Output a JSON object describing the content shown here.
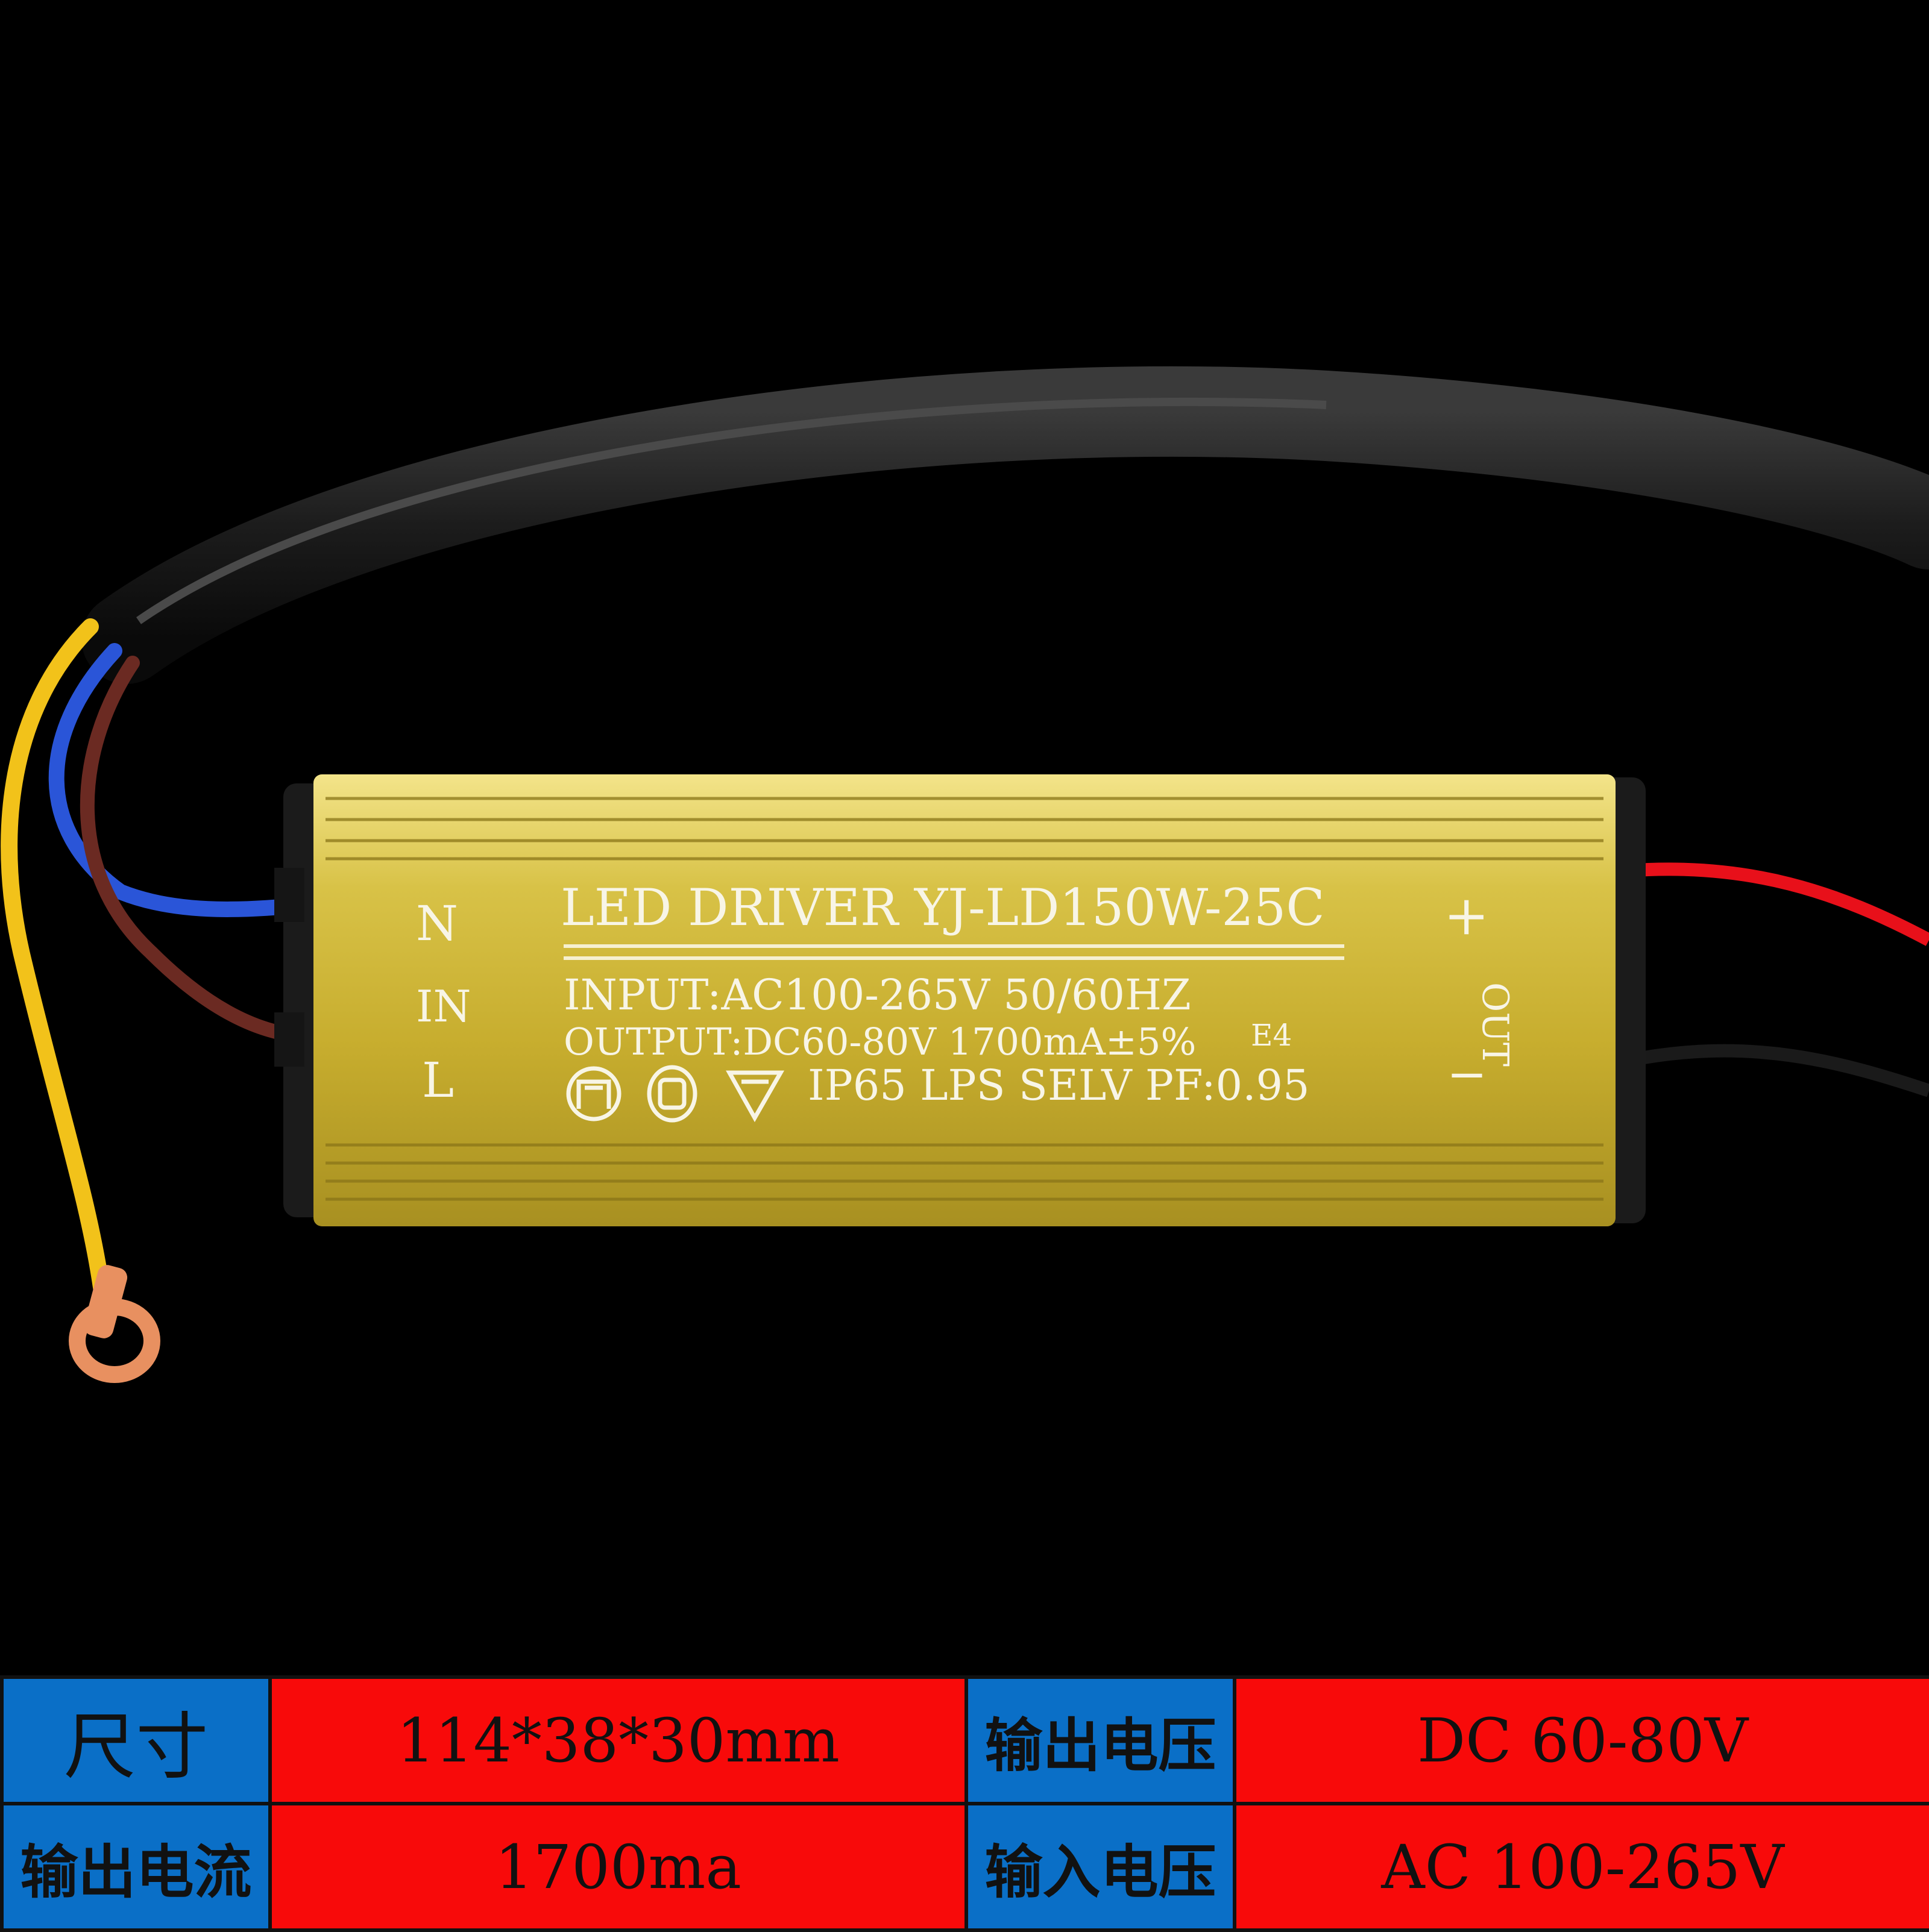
{
  "colors": {
    "background": "#000000",
    "label_cell": "#0a6fc7",
    "value_cell": "#f80a0a",
    "housing_gold": "#c9b23a",
    "wire_yellow": "#f2c21a",
    "wire_blue": "#2a55d8",
    "wire_brown": "#6b2a22",
    "wire_red": "#e8101a"
  },
  "label": {
    "title": "LED DRIVER YJ-LD150W-25C",
    "input": "INPUT:AC100-265V 50/60HZ",
    "output": "OUTPUT:DC60-80V 1700mA±5%",
    "output_code": "E4",
    "ratings": "IP65 LPS SELV PF:0.95",
    "in_n": "N",
    "in_text": "IN",
    "in_l": "L",
    "out_plus": "+",
    "out_text": "OUT",
    "out_minus": "−",
    "cert_icons": [
      "certification-mark-icon",
      "ccc-mark-icon",
      "triangle-mark-icon"
    ]
  },
  "specs": {
    "rows": [
      {
        "label1": "尺寸",
        "value1": "114*38*30mm",
        "label2": "输出电压",
        "value2": "DC 60-80V"
      },
      {
        "label1": "输出电流",
        "value1": "1700ma",
        "label2": "输入电压",
        "value2": "AC 100-265V"
      }
    ]
  }
}
